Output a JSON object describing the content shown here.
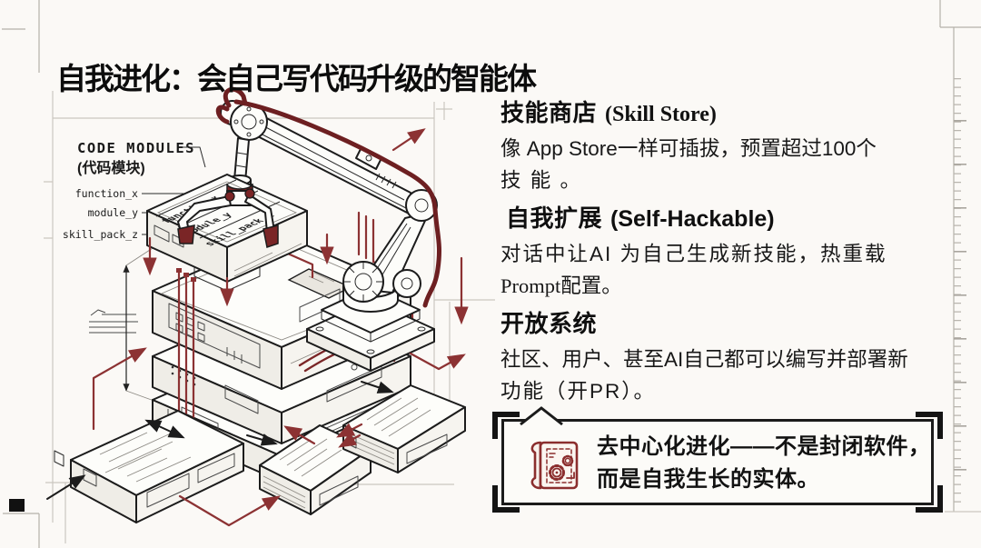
{
  "title": "自我进化：会自己写代码升级的智能体",
  "diagram": {
    "callout_label": "CODE MODULES",
    "callout_label_cn": "(代码模块)",
    "module_labels": [
      "function_x",
      "module_y",
      "skill_pack_z"
    ],
    "box_labels": [
      "function_x",
      "module_y",
      "skill_pack_z"
    ],
    "accent_red": "#8c3233",
    "cable_red": "#6d1f21"
  },
  "sections": [
    {
      "heading": "技能商店",
      "heading_en": "(Skill Store)",
      "body_lines": [
        "像 App  Store一样可插拔，预置超过100个",
        "技 能 。"
      ]
    },
    {
      "heading": "自我扩展",
      "heading_en": "(Self-Hackable)",
      "body_lines": [
        "对话中让AI 为自己生成新技能，热重载",
        "Prompt配置。"
      ]
    },
    {
      "heading": "开放系统",
      "heading_en": "",
      "body_lines": [
        "社区、用户、甚至AI自己都可以编写并部署新",
        "功能（开PR）。"
      ]
    }
  ],
  "callout": {
    "icon": "blueprint-gears-icon",
    "lines": [
      "去中心化进化——不是封闭软件，",
      "而是自我生长的实体。"
    ]
  }
}
